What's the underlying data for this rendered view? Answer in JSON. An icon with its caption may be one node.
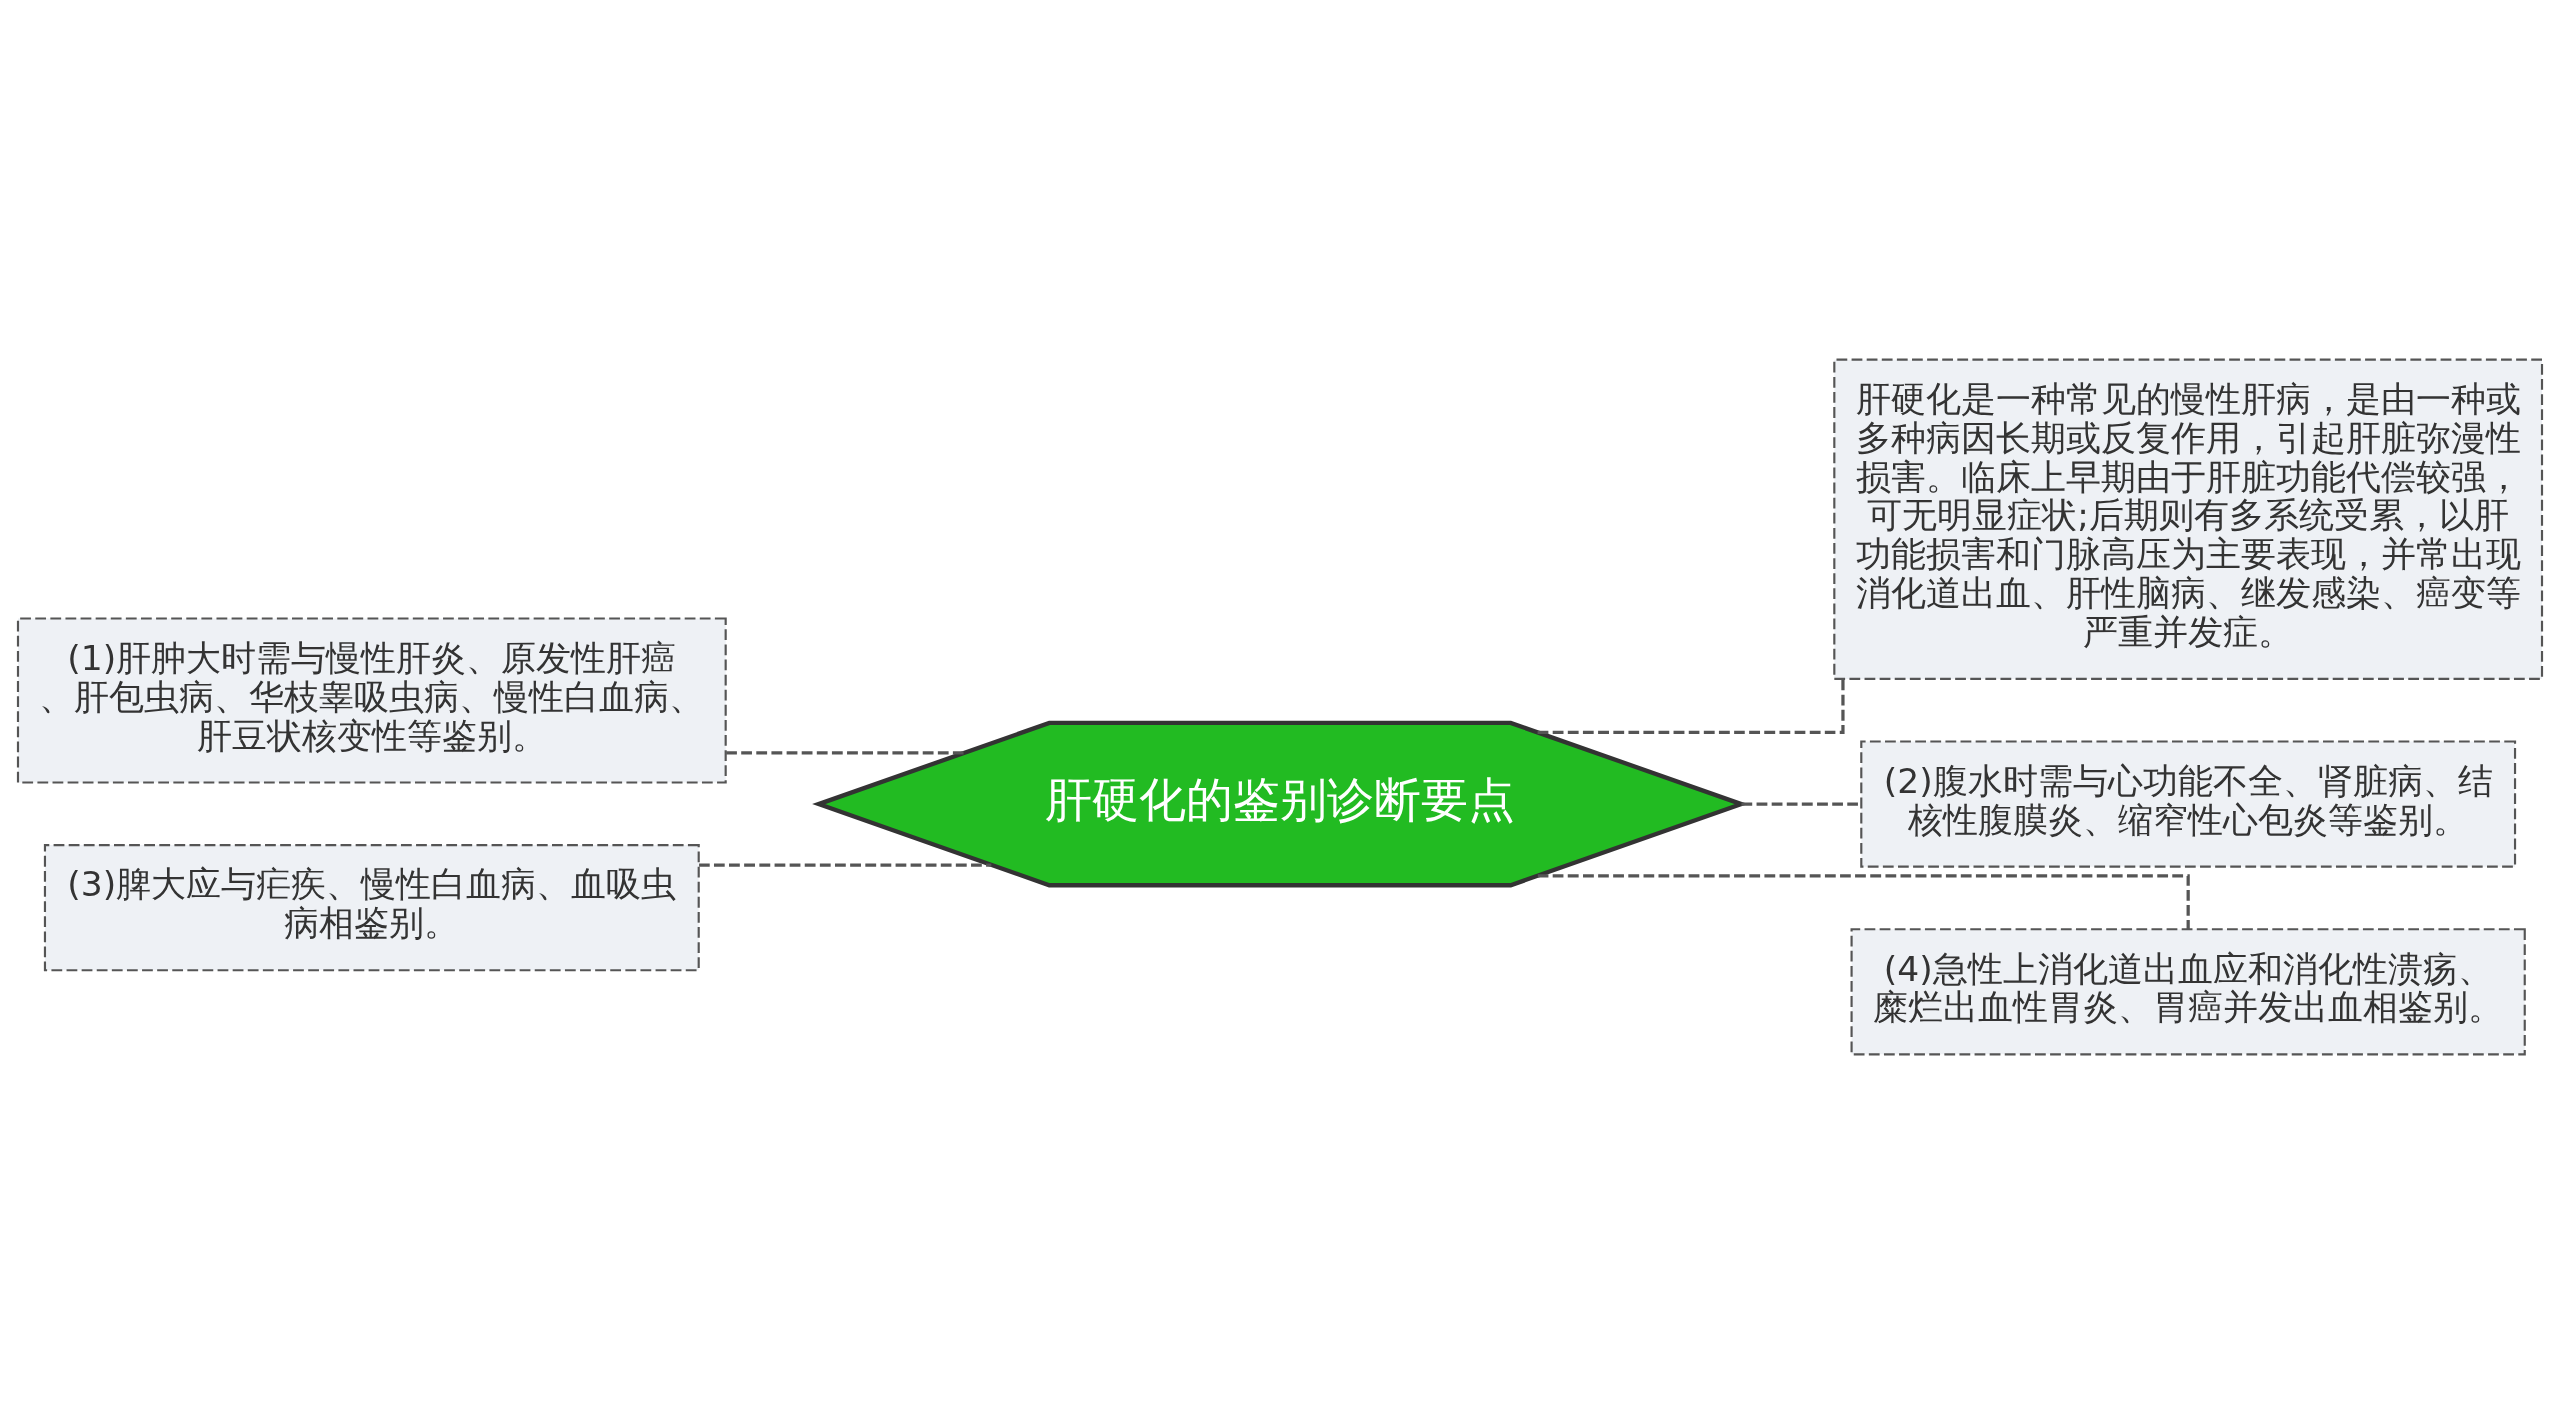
{
  "diagram": {
    "nodes": [
      {
        "text": [
          "肝硬化的鉴别诊断要点"
        ]
      },
      {
        "text": [
          "肝硬化是一种常见的慢性肝病，是由一种或多种病因长期或反复作用，引起肝脏弥漫性损害。临床上早期由于肝脏功能代偿较强，可无明显症状;后期则有多系统受累，以肝功能损害和门脉高压为主要表现，并常出现消化道出血、肝性脑病、继发感染、癌变等严重并发症。"
        ]
      },
      {
        "text": [
          "(1)肝肿大时需与慢性肝炎、原发性肝癌、肝包虫病、华枝睾吸虫病、慢性白血病、肝豆状核变性等鉴别。"
        ]
      },
      {
        "text": [
          "(2)腹水时需与心功能不全、肾脏病、结核性腹膜炎、缩窄性心包炎等鉴别。"
        ]
      },
      {
        "text": [
          "(3)脾大应与疟疾、慢性白血病、血吸虫病相鉴别。"
        ]
      },
      {
        "text": [
          "(4)急性上消化道出血应和消化性溃疡、糜烂出血性胃炎、胃癌并发出血相鉴别。"
        ]
      }
    ],
    "edges": [
      {
        "from": 0,
        "to": 1,
        "arrow": "none",
        "style": "dashed"
      },
      {
        "from": 0,
        "to": 2,
        "arrow": "none",
        "style": "dashed"
      },
      {
        "from": 0,
        "to": 3,
        "arrow": "none",
        "style": "dashed"
      },
      {
        "from": 0,
        "to": 4,
        "arrow": "none",
        "style": "dashed"
      },
      {
        "from": 0,
        "to": 5,
        "arrow": "none",
        "style": "dashed"
      }
    ]
  }
}
